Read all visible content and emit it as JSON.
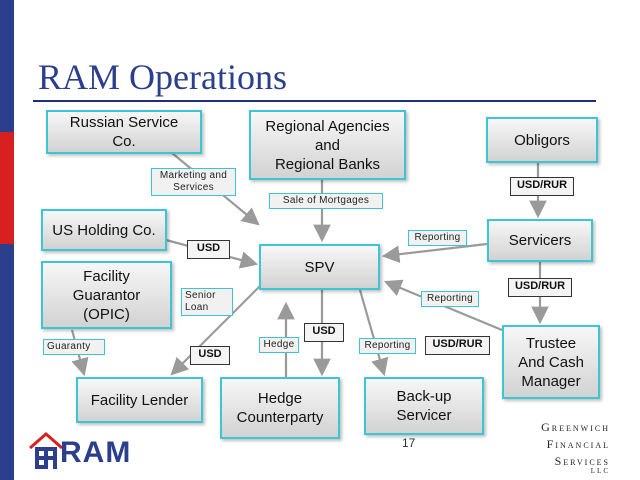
{
  "colors": {
    "accent_red": "#d82020",
    "accent_blue": "#2b3f8c",
    "box_border": "#3bc6d6",
    "arrow": "#9a9a9a"
  },
  "slide": {
    "title": "RAM Operations",
    "page_number": "17"
  },
  "nodes": {
    "russian_service": "Russian Service\nCo.",
    "regional": "Regional Agencies\nand\nRegional Banks",
    "obligors": "Obligors",
    "us_holding": "US Holding Co.",
    "spv": "SPV",
    "servicers": "Servicers",
    "facility_guarantor": "Facility\nGuarantor\n(OPIC)",
    "trustee": "Trustee\nAnd Cash\nManager",
    "facility_lender": "Facility Lender",
    "hedge_cp": "Hedge\nCounterparty",
    "backup": "Back-up\nServicer"
  },
  "labels": {
    "marketing": "Marketing and\nServices",
    "sale_mortgages": "Sale of Mortgages",
    "reporting_1": "Reporting",
    "reporting_2": "Reporting",
    "reporting_3": "Reporting",
    "senior_loan": "Senior\nLoan",
    "hedge": "Hedge",
    "guaranty": "Guaranty"
  },
  "currencies": {
    "usd_rur_1": "USD/RUR",
    "usd_rur_2": "USD/RUR",
    "usd_rur_3": "USD/RUR",
    "usd_1": "USD",
    "usd_2": "USD",
    "usd_3": "USD"
  },
  "footer": {
    "logo_text": "RAM",
    "company_line1": "Greenwich",
    "company_line2": "Financial",
    "company_line3": "Services",
    "company_line4": "LLC"
  }
}
